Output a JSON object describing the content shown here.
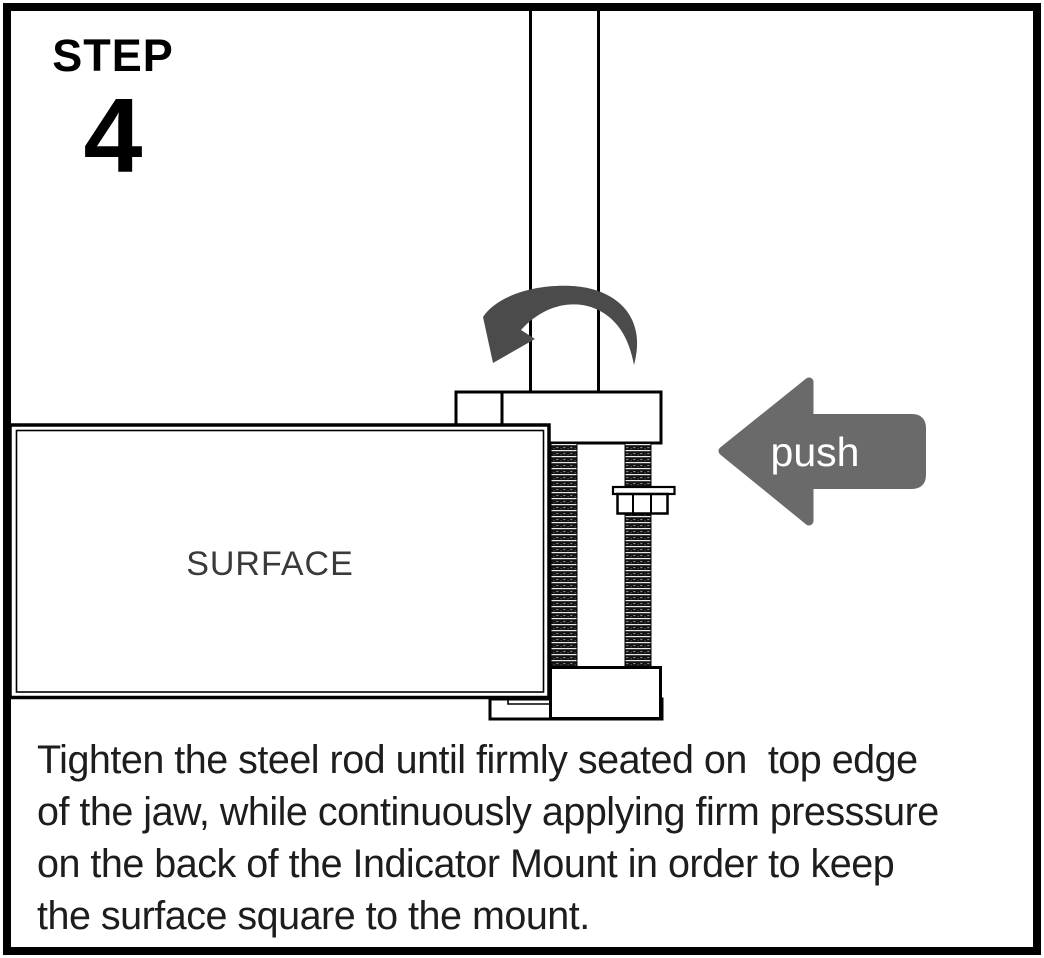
{
  "step": {
    "label": "STEP",
    "number": "4"
  },
  "diagram": {
    "surface_label": "SURFACE",
    "push_label": "push",
    "rotate_arrow_icon": "rotate-counterclockwise-arrow",
    "push_arrow_icon": "push-left-arrow"
  },
  "instructions": {
    "lines": [
      "Tighten the steel rod until firmly seated on  top edge",
      "of the jaw, while continuously applying firm presssure",
      "on the back of the Indicator Mount in order to keep",
      "the surface square to the mount."
    ]
  },
  "colors": {
    "line": "#000000",
    "rotate_arrow": "#4b4b4b",
    "push_arrow": "#6a6a6a",
    "surface_text": "#3a3a3a",
    "instruction_text": "#1d1d1d"
  }
}
